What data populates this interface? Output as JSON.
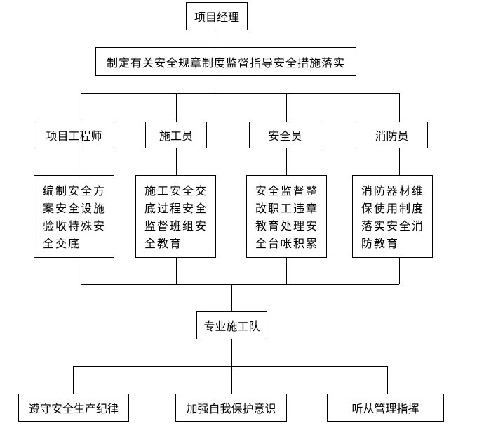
{
  "top": {
    "manager": "项目经理",
    "policy": "制定有关安全规章制度监督指导安全措施落实"
  },
  "roles": [
    {
      "title": "项目工程师",
      "duties": "编制安全方案安全设施验收特殊安全交底"
    },
    {
      "title": "施工员",
      "duties": "施工安全交底过程安全监督班组安全教育"
    },
    {
      "title": "安全员",
      "duties": "安全监督整改职工违章教育处理安全台帐积累"
    },
    {
      "title": "消防员",
      "duties": "消防器材维保使用制度落实安全消防教育"
    }
  ],
  "team": "专业施工队",
  "team_rules": [
    "遵守安全生产纪律",
    "加强自我保护意识",
    "听从管理指挥"
  ]
}
